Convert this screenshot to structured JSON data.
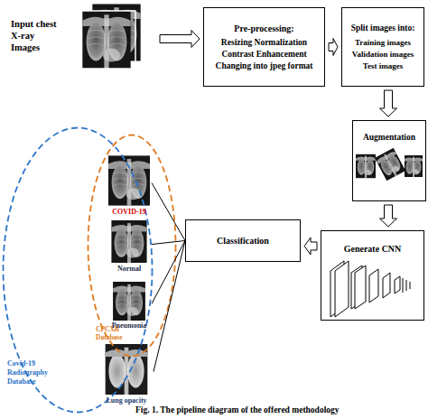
{
  "diagram": {
    "caption": "Fig. 1. The pipeline diagram of the offered methodology",
    "nodes": [
      {
        "text": [
          "Input chest X-ray Images"
        ]
      },
      {
        "text": [
          "Pre-processing:",
          "Resizing Normalization Contrast Enhancement Changing into jpeg format"
        ]
      },
      {
        "text": [
          "Split images into:",
          "Training images Validation images Test images"
        ]
      },
      {
        "text": [
          "Augmentation"
        ]
      },
      {
        "text": [
          "Generate CNN"
        ]
      },
      {
        "text": [
          "Classification"
        ]
      },
      {
        "text": [
          "Covid-19 Radiography Database"
        ]
      },
      {
        "text": [
          "CPCXR Database"
        ],
        "in": 6
      },
      {
        "text": [
          "COVID-19"
        ],
        "in": 7
      },
      {
        "text": [
          "Normal"
        ],
        "in": 7
      },
      {
        "text": [
          "Pneumonia"
        ],
        "in": 7
      },
      {
        "text": [
          "Lung opacity"
        ],
        "in": 6
      }
    ],
    "edges": [
      {
        "from": 0,
        "to": 1,
        "arrow": "to"
      },
      {
        "from": 1,
        "to": 2,
        "arrow": "to"
      },
      {
        "from": 2,
        "to": 3,
        "arrow": "to"
      },
      {
        "from": 3,
        "to": 4,
        "arrow": "to"
      },
      {
        "from": 4,
        "to": 5,
        "arrow": "to"
      },
      {
        "from": 5,
        "to": 8,
        "arrow": "none"
      },
      {
        "from": 5,
        "to": 9,
        "arrow": "none"
      },
      {
        "from": 5,
        "to": 10,
        "arrow": "none"
      },
      {
        "from": 5,
        "to": 11,
        "arrow": "none"
      }
    ]
  }
}
